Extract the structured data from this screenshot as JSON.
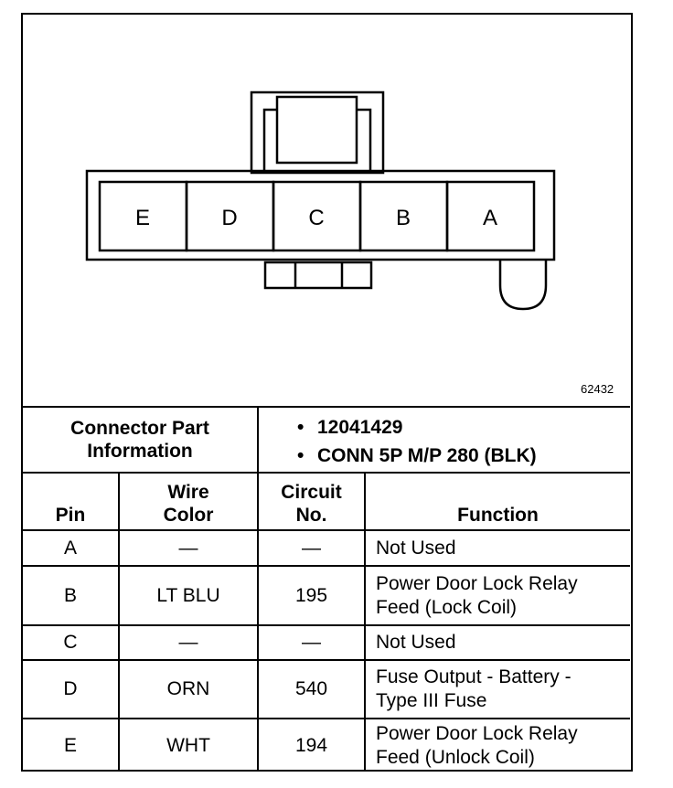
{
  "figure_number": "62432",
  "connector": {
    "pins": [
      "E",
      "D",
      "C",
      "B",
      "A"
    ]
  },
  "connector_info": {
    "label_line1": "Connector Part",
    "label_line2": "Information",
    "bullet": "•",
    "part_number": "12041429",
    "description": "CONN 5P M/P 280 (BLK)"
  },
  "table": {
    "headers": {
      "pin": "Pin",
      "wire_line1": "Wire",
      "wire_line2": "Color",
      "circuit_line1": "Circuit",
      "circuit_line2": "No.",
      "function": "Function"
    },
    "rows": [
      {
        "pin": "A",
        "wire": "—",
        "circuit": "—",
        "function_line1": "Not Used",
        "function_line2": ""
      },
      {
        "pin": "B",
        "wire": "LT BLU",
        "circuit": "195",
        "function_line1": "Power Door Lock Relay",
        "function_line2": "Feed (Lock Coil)"
      },
      {
        "pin": "C",
        "wire": "—",
        "circuit": "—",
        "function_line1": "Not Used",
        "function_line2": ""
      },
      {
        "pin": "D",
        "wire": "ORN",
        "circuit": "540",
        "function_line1": "Fuse Output - Battery -",
        "function_line2": "Type III Fuse"
      },
      {
        "pin": "E",
        "wire": "WHT",
        "circuit": "194",
        "function_line1": "Power Door Lock Relay",
        "function_line2": "Feed (Unlock Coil)"
      }
    ]
  }
}
